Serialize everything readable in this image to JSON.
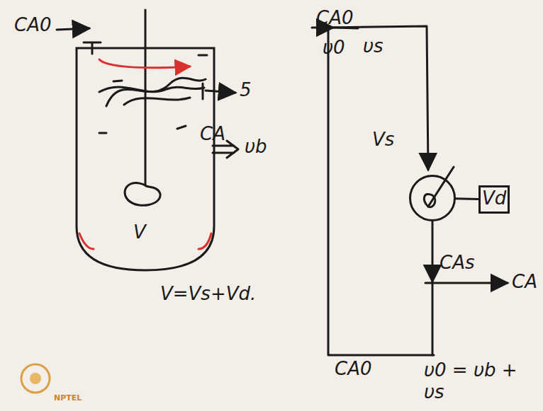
{
  "diagram": {
    "nodes": [
      {
        "text": [
          "V"
        ]
      },
      {
        "text": [
          "Vs"
        ]
      },
      {
        "text": [
          "Vd"
        ]
      }
    ],
    "edges": [
      {
        "from": 1,
        "to": 2,
        "arrow": "none"
      }
    ],
    "labels": [
      "CA0",
      "5",
      "CA",
      "υb",
      "V=Vs+Vd.",
      "CA0",
      "υ0",
      "υs",
      "CAs",
      "CA",
      "CA0",
      "υ0 = υb + υs",
      "NPTEL"
    ]
  }
}
